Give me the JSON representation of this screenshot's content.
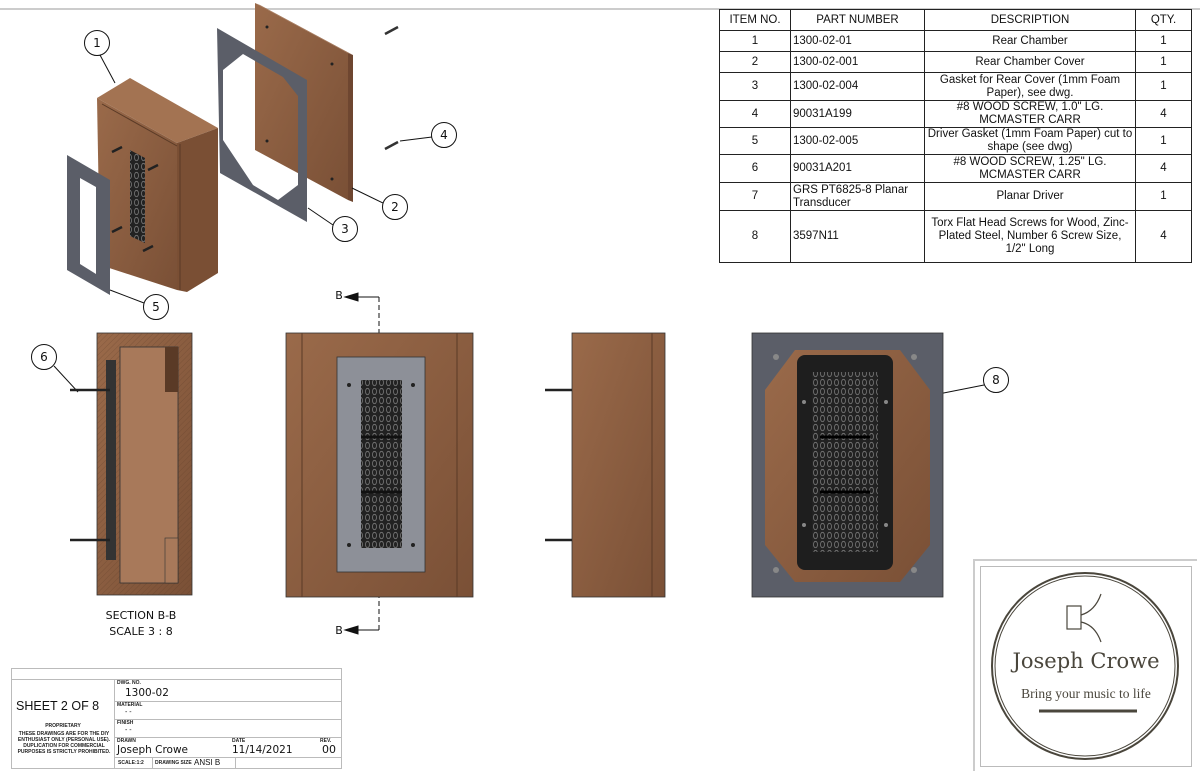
{
  "bom": {
    "headers": [
      "ITEM NO.",
      "PART NUMBER",
      "DESCRIPTION",
      "QTY."
    ],
    "rows": [
      {
        "item": "1",
        "part": "1300-02-01",
        "desc": "Rear Chamber",
        "qty": "1"
      },
      {
        "item": "2",
        "part": "1300-02-001",
        "desc": "Rear Chamber Cover",
        "qty": "1"
      },
      {
        "item": "3",
        "part": "1300-02-004",
        "desc": "Gasket for Rear Cover (1mm Foam Paper), see dwg.",
        "qty": "1"
      },
      {
        "item": "4",
        "part": "90031A199",
        "desc": "#8 WOOD SCREW, 1.0\" LG. MCMASTER CARR",
        "qty": "4"
      },
      {
        "item": "5",
        "part": "1300-02-005",
        "desc": "Driver Gasket (1mm Foam Paper) cut to shape (see dwg)",
        "qty": "1"
      },
      {
        "item": "6",
        "part": "90031A201",
        "desc": "#8 WOOD SCREW, 1.25\" LG. MCMASTER CARR",
        "qty": "4"
      },
      {
        "item": "7",
        "part": "GRS PT6825-8 Planar Transducer",
        "desc": "Planar Driver",
        "qty": "1"
      },
      {
        "item": "8",
        "part": "3597N11",
        "desc": "Torx Flat Head Screws for Wood, Zinc-Plated Steel, Number 6 Screw Size, 1/2\" Long",
        "qty": "4"
      }
    ]
  },
  "balloons": {
    "b1": "1",
    "b2": "2",
    "b3": "3",
    "b4": "4",
    "b5": "5",
    "b6": "6",
    "b8": "8"
  },
  "section": {
    "marker": "B",
    "title": "SECTION B-B",
    "scale": "SCALE 3 : 8"
  },
  "title_block": {
    "sheet": "SHEET 2 OF 8",
    "proprietary_title": "PROPRIETARY",
    "proprietary_text": "THESE DRAWINGS ARE FOR THE DIY ENTHUSIAST ONLY (PERSONAL USE). DUPLICATION FOR COMMERCIAL PURPOSES IS STRICTLY PROHIBITED.",
    "dwg_no_label": "DWG. NO.",
    "dwg_no": "1300-02",
    "material_label": "MATERIAL",
    "material": "- -",
    "finish_label": "FINISH",
    "finish": "- -",
    "drawn_label": "DRAWN",
    "drawn": "Joseph Crowe",
    "date_label": "DATE",
    "date": "11/14/2021",
    "rev_label": "REV.",
    "rev": "00",
    "scale": "SCALE:1:2",
    "drawing_size_label": "DRAWING SIZE",
    "drawing_size": "ANSI B"
  },
  "logo": {
    "name": "Joseph Crowe",
    "tagline": "Bring your music to life"
  },
  "colors": {
    "wood": "#8b5d40",
    "wood_dark": "#6e4630",
    "gasket": "#5b5e68",
    "driver": "#1e1e1e"
  }
}
